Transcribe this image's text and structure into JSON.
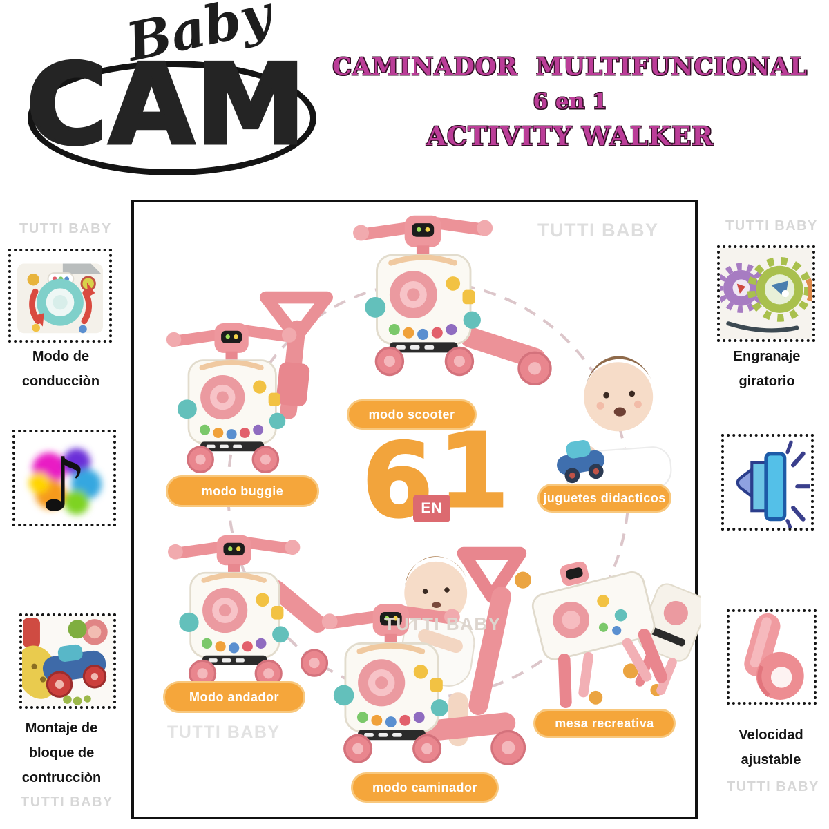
{
  "brand": {
    "script": "Baby",
    "name": "CAM"
  },
  "title": {
    "line1": "CAMINADOR  MULTIFUNCIONAL",
    "line2": "6 en 1",
    "line3": "ACTIVITY WALKER"
  },
  "watermark": "TUTTI BABY",
  "center_badge": {
    "left_digit": "6",
    "middle": "EN",
    "right_digit": "1"
  },
  "mode_pills": {
    "scooter": "modo scooter",
    "buggie": "modo buggie",
    "didacticos": "juguetes didacticos",
    "andador": "Modo andador",
    "recreativa": "mesa recreativa",
    "caminador": "modo caminador"
  },
  "feature_labels": {
    "conduccion": "Modo de conducciòn",
    "montaje": "Montaje de bloque de contrucciòn",
    "engranaje": "Engranaje giratorio",
    "velocidad": "Velocidad ajustable"
  },
  "icons": {
    "left_top": "steering-wheel-toy",
    "left_middle": "music-note-splash",
    "left_bottom": "toy-car-blocks",
    "right_top": "rotating-gears",
    "right_middle": "speaker-sound",
    "right_bottom": "speed-adjuster-part"
  },
  "colors": {
    "title_pink": "#bb3d98",
    "pill_bg": "#f5a63b",
    "pill_border": "#f8c87e",
    "badge_orange": "#f2a43c",
    "badge_en_bg": "#dc6a70",
    "product_pink": "#ec9298",
    "teal": "#63c0bb",
    "watermark_gray": "#d7d7d7"
  }
}
